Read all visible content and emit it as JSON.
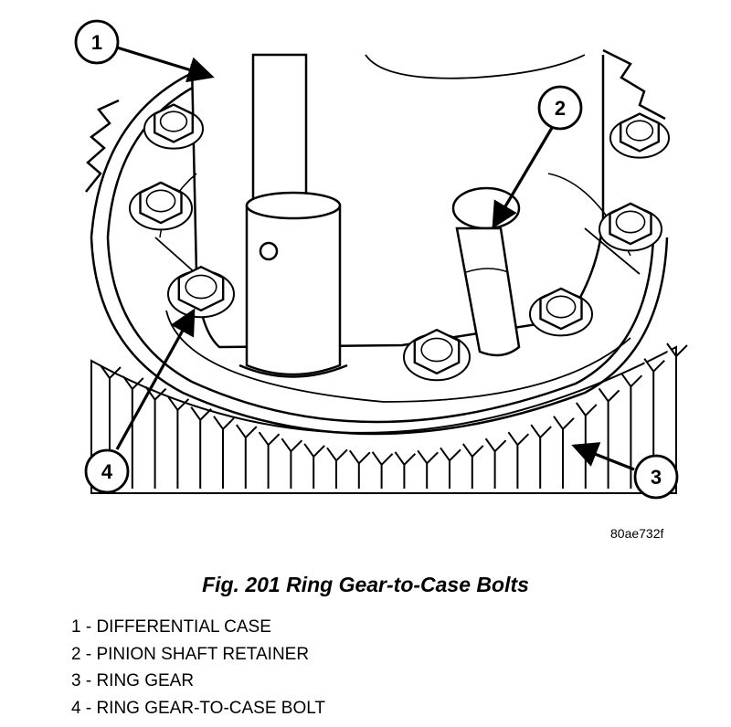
{
  "callouts": [
    {
      "number": "1",
      "part": "DIFFERENTIAL CASE"
    },
    {
      "number": "2",
      "part": "PINION SHAFT RETAINER"
    },
    {
      "number": "3",
      "part": "RING GEAR"
    },
    {
      "number": "4",
      "part": "RING GEAR-TO-CASE BOLT"
    }
  ],
  "figure_code": "80ae732f",
  "caption": "Fig. 201 Ring Gear-to-Case Bolts",
  "legend": [
    "1 - DIFFERENTIAL CASE",
    "2 - PINION SHAFT RETAINER",
    "3 - RING GEAR",
    "4 - RING GEAR-TO-CASE BOLT"
  ],
  "colors": {
    "ink": "#000000",
    "paper": "#ffffff"
  }
}
